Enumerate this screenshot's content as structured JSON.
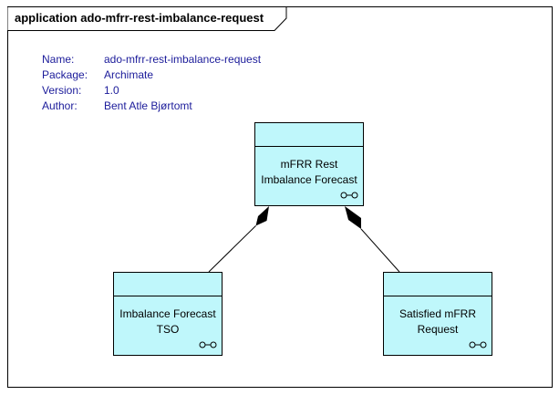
{
  "frame": {
    "title": "application ado-mfrr-rest-imbalance-request"
  },
  "metadata": [
    {
      "key": "Name:",
      "value": "ado-mfrr-rest-imbalance-request"
    },
    {
      "key": "Package:",
      "value": "Archimate"
    },
    {
      "key": "Version:",
      "value": "1.0"
    },
    {
      "key": "Author:",
      "value": "Bent Atle Bjørtomt"
    }
  ],
  "nodes": {
    "top": {
      "line1": "mFRR Rest",
      "line2": "Imbalance Forecast",
      "icon": "application-component-icon"
    },
    "left": {
      "line1": "Imbalance Forecast",
      "line2": "TSO",
      "icon": "application-component-icon"
    },
    "right": {
      "line1": "Satisfied mFRR",
      "line2": "Request",
      "icon": "application-component-icon"
    }
  },
  "relations": [
    {
      "from": "top",
      "to": "left",
      "type": "composition"
    },
    {
      "from": "top",
      "to": "right",
      "type": "composition"
    }
  ],
  "colors": {
    "node_fill": "#bff7fb",
    "meta_text": "#1b1b9a"
  }
}
